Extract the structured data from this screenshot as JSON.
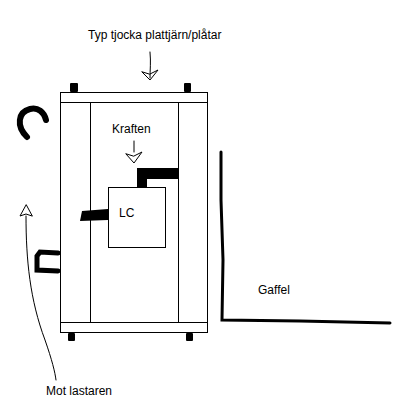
{
  "diagram": {
    "nodes": [
      {
        "text": [
          "LC"
        ]
      }
    ],
    "edges": [],
    "labels": [
      "Typ tjocka plattjärn/plåtar",
      "Kraften",
      "Gaffel",
      "Mot lastaren"
    ]
  }
}
